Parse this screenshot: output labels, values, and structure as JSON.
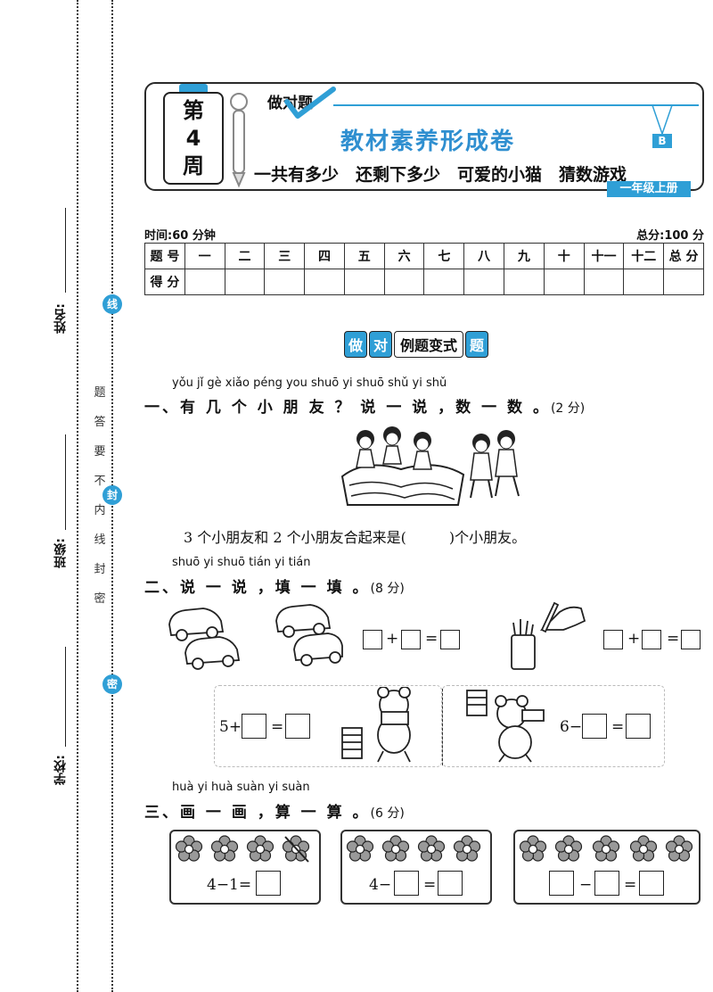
{
  "binding": {
    "name_label": "姓名:",
    "class_label": "班级:",
    "school_label": "学校:",
    "seal_chars": [
      "线",
      "封",
      "密"
    ],
    "notice_chars": [
      "密",
      "封",
      "线",
      "内",
      "不",
      "要",
      "答",
      "题"
    ]
  },
  "header": {
    "week_chars": [
      "第",
      "4",
      "周"
    ],
    "brand": "做对题",
    "title": "教材素养形成卷",
    "subtitle": "一共有多少　还剩下多少　可爱的小猫　猜数游戏",
    "grade": "一年级上册",
    "version": "B"
  },
  "meta": {
    "time": "时间:60 分钟",
    "total": "总分:100 分"
  },
  "score_table": {
    "row1": [
      "题 号",
      "一",
      "二",
      "三",
      "四",
      "五",
      "六",
      "七",
      "八",
      "九",
      "十",
      "十一",
      "十二",
      "总 分"
    ],
    "row2_label": "得 分"
  },
  "banner": {
    "left": "做",
    "left2": "对",
    "middle": "例题变式",
    "right": "题"
  },
  "q1": {
    "pinyin": "yǒu  jǐ  gè xiǎo péng you      shuō  yi shuō    shǔ  yi  shǔ",
    "title": "一、有 几 个 小  朋  友 ？ 说 一 说 ，数 一 数 。",
    "score": "(2 分)",
    "sentence": "3 个小朋友和 2 个小朋友合起来是(　　　)个小朋友。"
  },
  "q2": {
    "pinyin": "shuō  yi shuō     tián  yi  tián",
    "title": "二、说 一 说 ，填 一 填 。",
    "score": "(8 分)",
    "plus": "+",
    "equals": "=",
    "left_start": "5+",
    "right_start": "6−"
  },
  "q3": {
    "pinyin": "huà  yi  huà    suàn  yi  suàn",
    "title": "三、画 一 画 ，算 一 算  。",
    "score": "(6 分)",
    "eq1": "4−1=",
    "eq2_start": "4−",
    "minus": "−",
    "equals": "="
  }
}
